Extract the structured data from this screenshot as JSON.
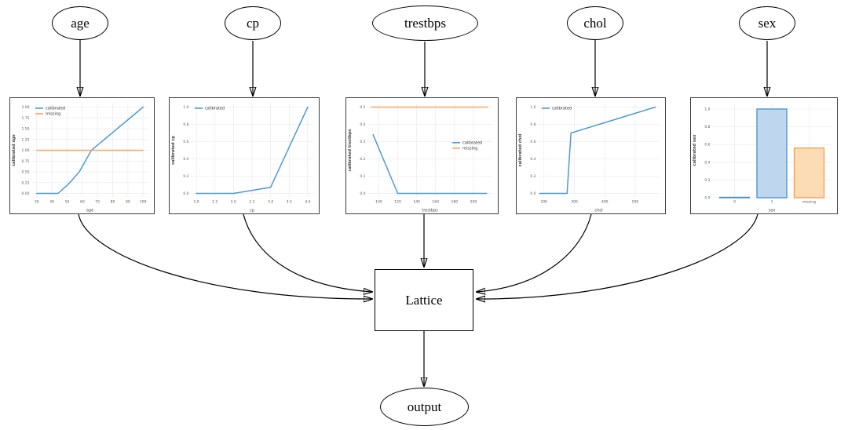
{
  "diagram": {
    "feature_nodes": [
      {
        "id": "age",
        "label": "age"
      },
      {
        "id": "cp",
        "label": "cp"
      },
      {
        "id": "trestbps",
        "label": "trestbps"
      },
      {
        "id": "chol",
        "label": "chol"
      },
      {
        "id": "sex",
        "label": "sex"
      }
    ],
    "lattice_node": {
      "label": "Lattice"
    },
    "output_node": {
      "label": "output"
    },
    "edges": [
      {
        "from": "age",
        "to": "calibration-age"
      },
      {
        "from": "cp",
        "to": "calibration-cp"
      },
      {
        "from": "trestbps",
        "to": "calibration-trestbps"
      },
      {
        "from": "chol",
        "to": "calibration-chol"
      },
      {
        "from": "sex",
        "to": "calibration-sex"
      },
      {
        "from": "calibration-age",
        "to": "Lattice"
      },
      {
        "from": "calibration-cp",
        "to": "Lattice"
      },
      {
        "from": "calibration-trestbps",
        "to": "Lattice"
      },
      {
        "from": "calibration-chol",
        "to": "Lattice"
      },
      {
        "from": "calibration-sex",
        "to": "Lattice"
      },
      {
        "from": "Lattice",
        "to": "output"
      }
    ]
  },
  "colors": {
    "calibrated_line": "#4f99d5",
    "missing_line": "#f9a55b",
    "bar_blue_fill": "#bed7ee",
    "bar_blue_stroke": "#4090cf",
    "bar_orange_fill": "#fcdcb4",
    "bar_orange_stroke": "#f79b4d",
    "grid": "#ebebf2",
    "tick_text": "#595959",
    "label_text": "#444444",
    "edge": "#000000"
  },
  "chart_data": [
    {
      "type": "line",
      "xlabel": "age",
      "ylabel": "calibrated age",
      "xlim": [
        26.5,
        103.5
      ],
      "ylim": [
        -0.1,
        2.1
      ],
      "xticks": [
        30,
        40,
        50,
        60,
        70,
        80,
        90,
        100
      ],
      "xtick_labels": [
        "30",
        "40",
        "50",
        "60",
        "70",
        "80",
        "90",
        "100"
      ],
      "yticks": [
        0,
        0.25,
        0.5,
        0.75,
        1,
        1.25,
        1.5,
        1.75,
        2
      ],
      "ytick_labels": [
        "0.00",
        "0.25",
        "0.50",
        "0.75",
        "1.00",
        "1.25",
        "1.50",
        "1.75",
        "2.00"
      ],
      "legend": {
        "pos": "top-left"
      },
      "series": [
        {
          "name": "calibrated",
          "color_key": "calibrated_line",
          "points": [
            [
              30,
              0
            ],
            [
              44,
              0
            ],
            [
              51,
              0.22
            ],
            [
              58,
              0.5
            ],
            [
              66,
              1.0
            ],
            [
              100,
              2.0
            ]
          ]
        },
        {
          "name": "missing",
          "color_key": "missing_line",
          "points": [
            [
              30,
              1.0
            ],
            [
              100,
              1.0
            ]
          ]
        }
      ]
    },
    {
      "type": "line",
      "xlabel": "cp",
      "ylabel": "calibrated cp",
      "xlim": [
        0.85,
        4.15
      ],
      "ylim": [
        -0.05,
        1.05
      ],
      "xticks": [
        1,
        1.5,
        2,
        2.5,
        3,
        3.5,
        4
      ],
      "xtick_labels": [
        "1.0",
        "1.5",
        "2.0",
        "2.5",
        "3.0",
        "3.5",
        "4.0"
      ],
      "yticks": [
        0,
        0.2,
        0.4,
        0.6,
        0.8,
        1
      ],
      "ytick_labels": [
        "0.0",
        "0.2",
        "0.4",
        "0.6",
        "0.8",
        "1.0"
      ],
      "legend": {
        "pos": "top-left"
      },
      "series": [
        {
          "name": "calibrated",
          "color_key": "calibrated_line",
          "points": [
            [
              1,
              0
            ],
            [
              2,
              0
            ],
            [
              3,
              0.07
            ],
            [
              4,
              1.0
            ]
          ]
        }
      ]
    },
    {
      "type": "line",
      "xlabel": "trestbps",
      "ylabel": "calibrated trestbps",
      "xlim": [
        88,
        220
      ],
      "ylim": [
        -0.025,
        0.525
      ],
      "xticks": [
        100,
        120,
        140,
        160,
        180,
        200
      ],
      "xtick_labels": [
        "100",
        "120",
        "140",
        "160",
        "180",
        "200"
      ],
      "yticks": [
        0,
        0.1,
        0.2,
        0.3,
        0.4,
        0.5
      ],
      "ytick_labels": [
        "0.0",
        "0.1",
        "0.2",
        "0.3",
        "0.4",
        "0.5"
      ],
      "legend": {
        "pos": "center-right"
      },
      "series": [
        {
          "name": "calibrated",
          "color_key": "calibrated_line",
          "points": [
            [
              94,
              0.34
            ],
            [
              120,
              0
            ],
            [
              214,
              0
            ]
          ]
        },
        {
          "name": "missing",
          "color_key": "missing_line",
          "points": [
            [
              92,
              0.5
            ],
            [
              215,
              0.5
            ]
          ]
        }
      ]
    },
    {
      "type": "line",
      "xlabel": "chol",
      "ylabel": "calibrated chol",
      "xlim": [
        180,
        580
      ],
      "ylim": [
        -0.05,
        1.05
      ],
      "xticks": [
        200,
        300,
        400,
        500
      ],
      "xtick_labels": [
        "200",
        "300",
        "400",
        "500"
      ],
      "yticks": [
        0,
        0.2,
        0.4,
        0.6,
        0.8,
        1
      ],
      "ytick_labels": [
        "0.0",
        "0.2",
        "0.4",
        "0.6",
        "0.8",
        "1.0"
      ],
      "legend": {
        "pos": "top-left"
      },
      "series": [
        {
          "name": "calibrated",
          "color_key": "calibrated_line",
          "points": [
            [
              186,
              0
            ],
            [
              276,
              0
            ],
            [
              289,
              0.7
            ],
            [
              566,
              1.0
            ]
          ]
        }
      ]
    },
    {
      "type": "bar",
      "xlabel": "sex",
      "ylabel": "calibrated sex",
      "categories": [
        "0",
        "1",
        "missing"
      ],
      "values": [
        0.005,
        1.0,
        0.56
      ],
      "ylim": [
        0,
        1.07
      ],
      "yticks": [
        0,
        0.2,
        0.4,
        0.6,
        0.8,
        1
      ],
      "ytick_labels": [
        "0.0",
        "0.2",
        "0.4",
        "0.6",
        "0.8",
        "1.0"
      ],
      "bar_fill_keys": [
        "bar_blue_fill",
        "bar_blue_fill",
        "bar_orange_fill"
      ],
      "bar_stroke_keys": [
        "bar_blue_stroke",
        "bar_blue_stroke",
        "bar_orange_stroke"
      ]
    }
  ]
}
